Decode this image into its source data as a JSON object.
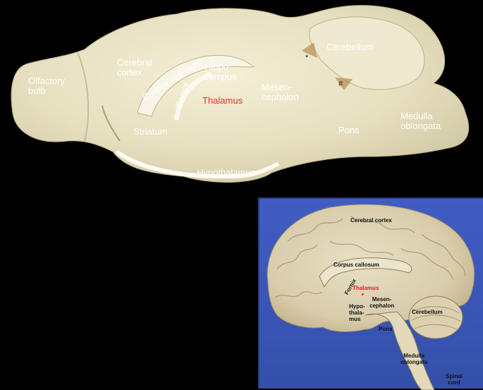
{
  "rodent_labels": {
    "olfactory_bulb": [
      "Olfactory",
      "bulb"
    ],
    "cerebral_cortex": [
      "Cerebral",
      "cortex"
    ],
    "corpus_callosum": "Corpus callosum",
    "fornix": "Fornix",
    "hippocampus": [
      "Hippo-",
      "campus"
    ],
    "thalamus": "Thalamus",
    "striatum": "Striatum",
    "hypothalamus": "Hypothalamus",
    "mesencephalon": [
      "Mesen-",
      "cephalon"
    ],
    "cerebellum": "Cerebellum",
    "pons": "Pons",
    "medulla_oblongata": [
      "Medulla",
      "oblongata"
    ],
    "marker_star": "*",
    "marker_hash": "#"
  },
  "human_labels": {
    "cerebral_cortex": "Cerebral cortex",
    "corpus_callosum": "Corpus callosum",
    "fornix": "Fornix",
    "thalamus": "Thalamus",
    "thalamus_marker": "+",
    "mesencephalon": [
      "Mesen-",
      "cephalon"
    ],
    "hypothalamus": [
      "Hypo-",
      "thala-",
      "mus"
    ],
    "cerebellum": "Cerebellum",
    "pons": "Pons",
    "medulla_oblongata": [
      "Medulla",
      "oblongata"
    ],
    "spinal_cord": [
      "Spinal",
      "cord"
    ]
  },
  "colors": {
    "background": "#000000",
    "tissue": "#ece6c8",
    "human_background": "#3e5cc2",
    "highlight": "#ee2a2a"
  }
}
